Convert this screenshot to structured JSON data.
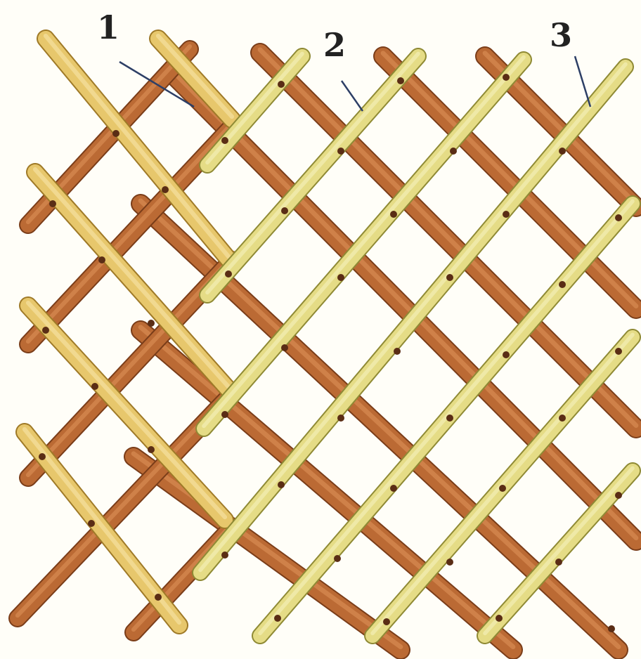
{
  "diagram": {
    "callouts": [
      {
        "id": "1",
        "label": "1"
      },
      {
        "id": "2",
        "label": "2"
      },
      {
        "id": "3",
        "label": "3"
      }
    ],
    "colors": {
      "background": "#fffef8",
      "dark_rod": "#bb6a34",
      "dark_rod_edge": "#7a3d19",
      "dark_rod_highlight": "#d88c52",
      "light_rod_type_1": "#e7c76c",
      "light_rod_type_1_edge": "#9f7a28",
      "light_rod_type_2": "#e5dc86",
      "light_rod_type_2_edge": "#8f8a35",
      "rivet": "#5a2d15",
      "leader_line": "#2d3f66"
    }
  }
}
